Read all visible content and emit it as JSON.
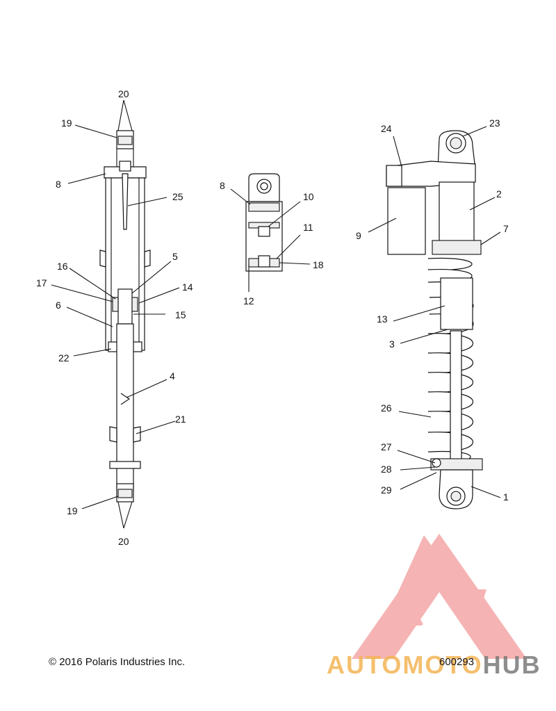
{
  "labels": {
    "left_assembly": [
      "20",
      "19",
      "8",
      "25",
      "16",
      "5",
      "17",
      "14",
      "6",
      "15",
      "22",
      "4",
      "21",
      "19",
      "20"
    ],
    "center_assembly": [
      "8",
      "10",
      "11",
      "18",
      "12"
    ],
    "right_assembly": [
      "24",
      "23",
      "2",
      "9",
      "7",
      "13",
      "3",
      "26",
      "27",
      "28",
      "29",
      "1"
    ]
  },
  "footer": {
    "copyright": "© 2016 Polaris Industries Inc.",
    "part_number": "600293"
  },
  "watermark": {
    "text_part1": "AUTOMOTO",
    "text_part2": "HUB",
    "colors": {
      "logo": "#f08a8a",
      "text1": "#f4b455",
      "text2": "#7b7b7b"
    }
  }
}
